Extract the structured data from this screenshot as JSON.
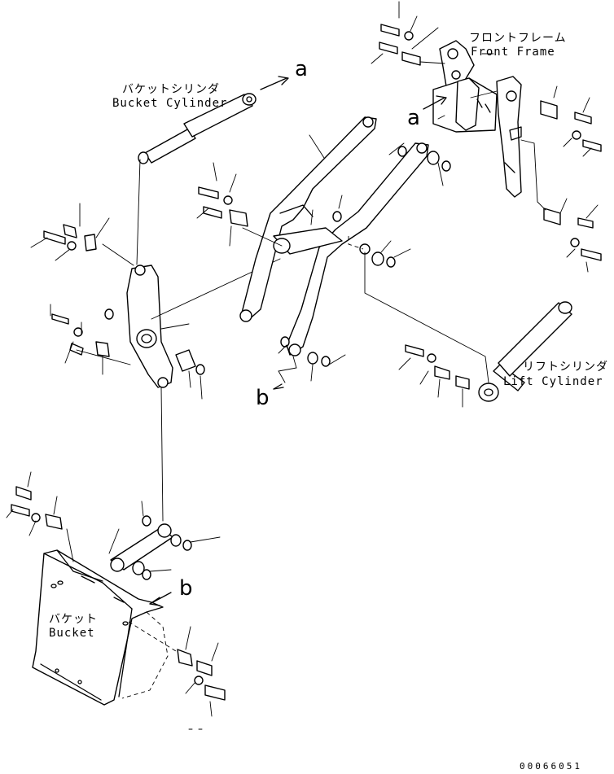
{
  "labels": {
    "bucket_cylinder": {
      "ja": "バケットシリンダ",
      "en": "Bucket Cylinder"
    },
    "front_frame": {
      "ja": "フロントフレーム",
      "en": "Front Frame"
    },
    "lift_cylinder": {
      "ja": "リフトシリンダ",
      "en": "Lift Cylinder"
    },
    "bucket": {
      "ja": "バケット",
      "en": "Bucket"
    }
  },
  "refs": {
    "a": "a",
    "b": "b"
  },
  "drawing_code": "00066051"
}
